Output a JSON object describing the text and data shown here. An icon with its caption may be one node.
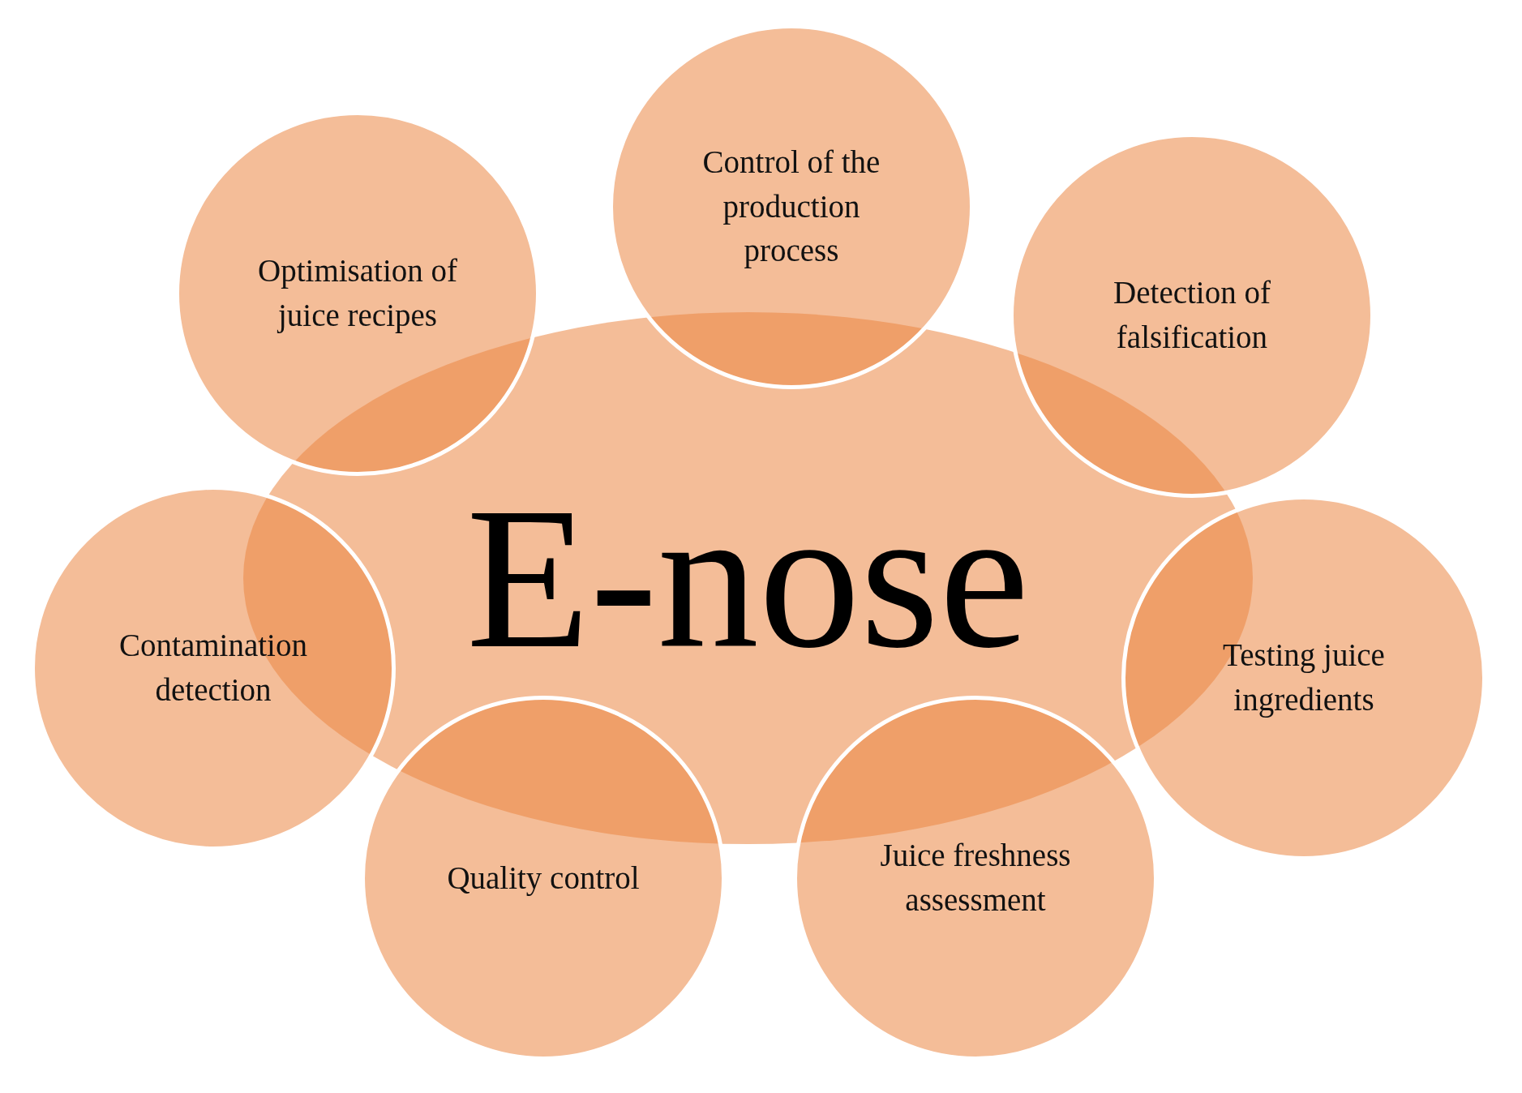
{
  "diagram": {
    "nodes": [
      {
        "text": [
          "E-nose"
        ]
      },
      {
        "text": [
          "Optimisation of juice recipes"
        ]
      },
      {
        "text": [
          "Control of the production process"
        ]
      },
      {
        "text": [
          "Detection of falsification"
        ]
      },
      {
        "text": [
          "Testing juice ingredients"
        ]
      },
      {
        "text": [
          "Juice freshness assessment"
        ]
      },
      {
        "text": [
          "Quality control"
        ]
      },
      {
        "text": [
          "Contamination detection"
        ]
      }
    ]
  }
}
